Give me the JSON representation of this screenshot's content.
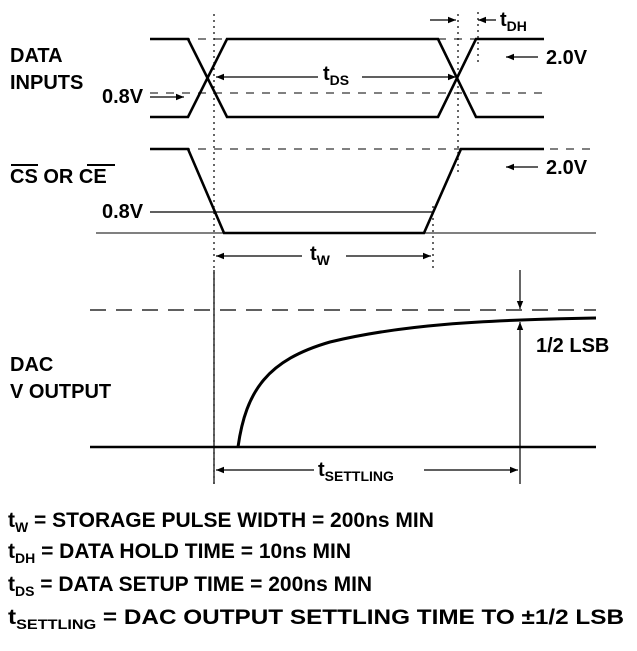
{
  "signals": {
    "data_inputs": [
      "DATA",
      "INPUTS"
    ],
    "cs_or_ce": {
      "cs": "CS",
      "or": " OR ",
      "ce": "CE"
    },
    "dac_output": [
      "DAC",
      "V OUTPUT"
    ]
  },
  "levels": {
    "high": "2.0V",
    "low": "0.8V"
  },
  "timings": {
    "tds": {
      "t": "t",
      "sub": "DS"
    },
    "tdh": {
      "t": "t",
      "sub": "DH"
    },
    "tw": {
      "t": "t",
      "sub": "W"
    },
    "tsettling": {
      "t": "t",
      "sub": "SETTLING"
    },
    "half_lsb": "1/2 LSB"
  },
  "legend": [
    {
      "sym": "t",
      "sub": "W",
      "text": " = STORAGE PULSE WIDTH = 200ns MIN"
    },
    {
      "sym": "t",
      "sub": "DH",
      "text": " = DATA HOLD TIME = 10ns MIN"
    },
    {
      "sym": "t",
      "sub": "DS",
      "text": " = DATA SETUP TIME = 200ns MIN"
    },
    {
      "sym": "t",
      "sub": "SETTLING",
      "text": " = DAC OUTPUT SETTLING TIME TO ±1/2 LSB"
    }
  ]
}
